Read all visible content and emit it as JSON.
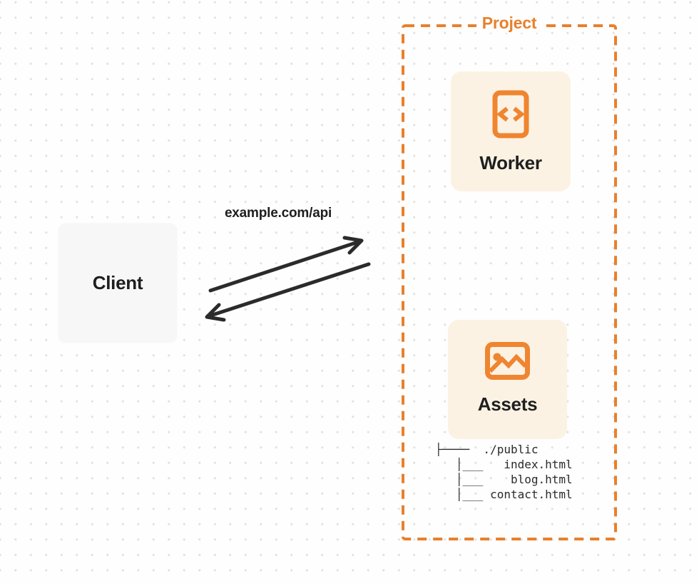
{
  "diagram": {
    "client": {
      "label": "Client"
    },
    "request_label": "example.com/api",
    "project": {
      "label": "Project",
      "worker": {
        "label": "Worker",
        "icon": "code-file-icon"
      },
      "assets": {
        "label": "Assets",
        "icon": "image-icon"
      },
      "file_tree": {
        "lines": [
          "├────  ./public",
          "   │___   index.html",
          "   │___    blog.html",
          "   │___ contact.html"
        ]
      }
    },
    "colors": {
      "accent_orange": "#e8802c",
      "icon_orange": "#ef8530",
      "card_background": "#fcf2e4",
      "client_background": "#f7f7f7",
      "arrow": "#2b2b2b",
      "text_dark": "#1e1e1e",
      "dot_grid": "#e3e3e3"
    }
  }
}
